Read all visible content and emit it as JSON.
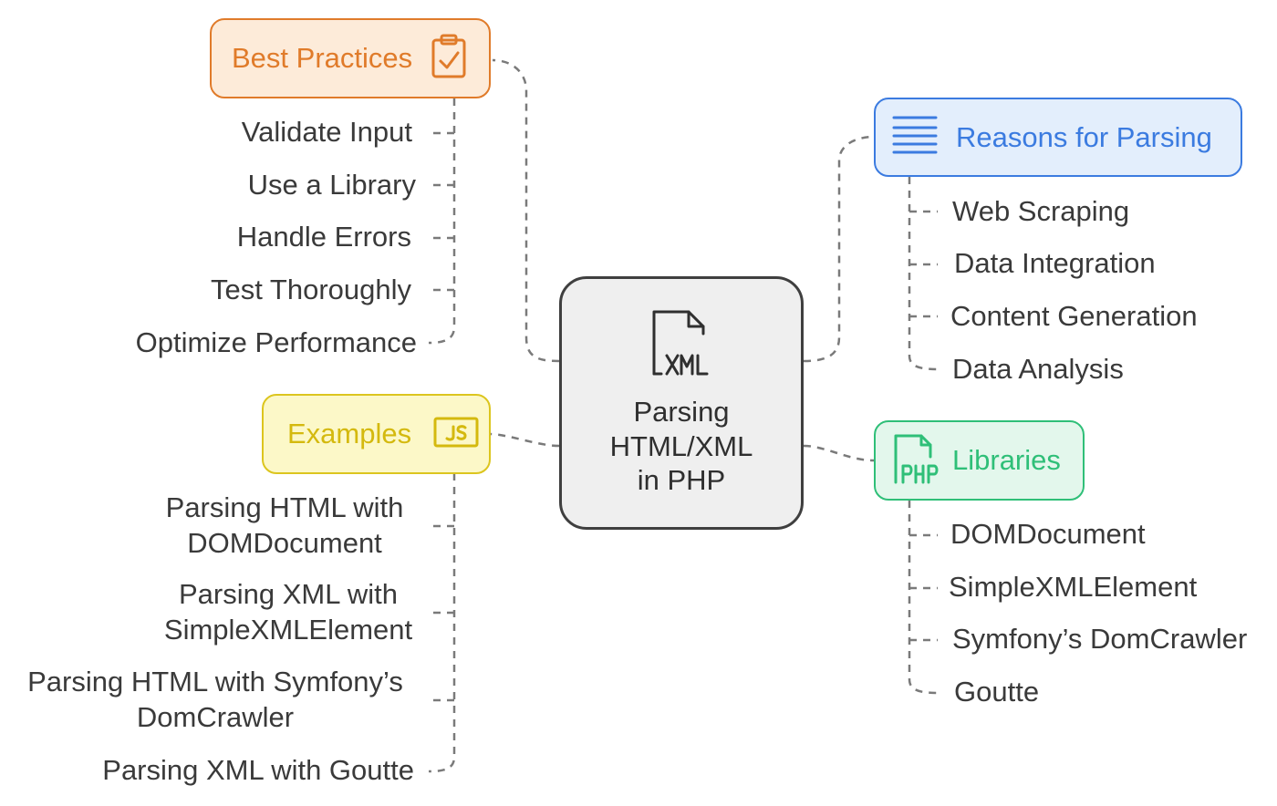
{
  "center": {
    "label": "Parsing\nHTML/XML\nin PHP",
    "icon": "xml-file-icon"
  },
  "best_practices": {
    "title": "Best Practices",
    "icon": "clipboard-check-icon",
    "color": "#e07b2a",
    "fill": "#fdebd9",
    "items": [
      "Validate Input",
      "Use a Library",
      "Handle Errors",
      "Test Thoroughly",
      "Optimize Performance"
    ]
  },
  "reasons": {
    "title": "Reasons for Parsing",
    "icon": "text-lines-icon",
    "color": "#3b7be0",
    "fill": "#e3eefc",
    "items": [
      "Web Scraping",
      "Data Integration",
      "Content Generation",
      "Data Analysis"
    ]
  },
  "examples": {
    "title": "Examples",
    "icon": "js-icon",
    "color": "#dcc51e",
    "fill": "#fcf8c8",
    "items": [
      "Parsing HTML with\nDOMDocument",
      "Parsing XML with\nSimpleXMLElement",
      "Parsing HTML with Symfony’s\nDomCrawler",
      "Parsing XML with Goutte"
    ]
  },
  "libraries": {
    "title": "Libraries",
    "icon": "php-file-icon",
    "color": "#2fbf78",
    "fill": "#e3f7ec",
    "items": [
      "DOMDocument",
      "SimpleXMLElement",
      "Symfony’s DomCrawler",
      "Goutte"
    ]
  },
  "connector_color": "#7a7a7a"
}
